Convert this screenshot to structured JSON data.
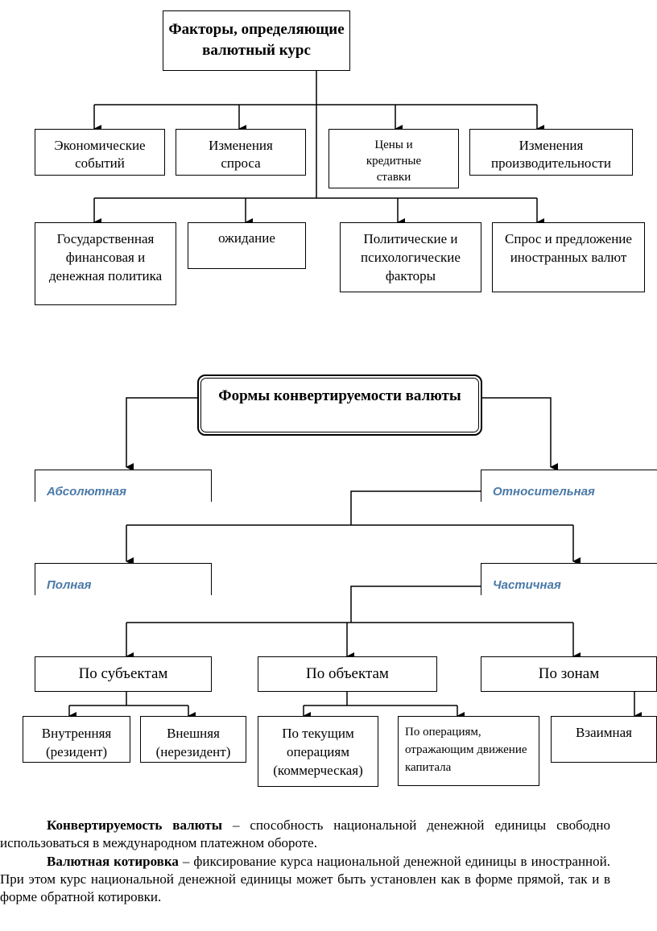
{
  "diagram1": {
    "title": "Факторы, определяющие валютный курс",
    "row1": [
      "Экономические событий",
      "Изменения спроса",
      "Цены и кредитные ставки",
      "Изменения производительности"
    ],
    "row2": [
      "Государственная финансовая и денежная политика",
      "ожидание",
      "Политические и психологические факторы",
      "Спрос и предложение иностранных валют"
    ]
  },
  "diagram2": {
    "title": "Формы конвертируемости валюты",
    "absolute": "Абсолютная",
    "relative": "Относительная",
    "full": "Полная",
    "partial": "Частичная",
    "by_subjects": "По субъектам",
    "by_objects": "По объектам",
    "by_zones": "По зонам",
    "internal": "Внутренняя (резидент)",
    "external": "Внешняя (нерезидент)",
    "current": "По текущим операциям (коммерческая)",
    "capital": "По операциям, отражающим движение капитала",
    "mutual": "Взаимная"
  },
  "text": {
    "term1": "Конвертируемость валюты",
    "def1": " – способность национальной денежной единицы свободно использоваться в международном платежном обороте.",
    "term2": "Валютная котировка",
    "def2": " – фиксирование курса национальной денежной единицы в иностранной. При этом курс национальной денежной единицы может быть установлен как в форме прямой, так и в форме обратной котировки."
  }
}
